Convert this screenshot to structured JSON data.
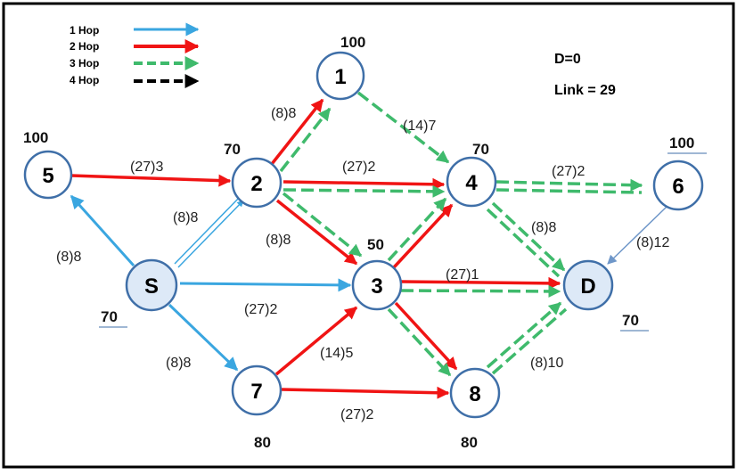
{
  "legend": [
    {
      "label": "1 Hop",
      "style": "hop1"
    },
    {
      "label": "2 Hop",
      "style": "hop2"
    },
    {
      "label": "3 Hop",
      "style": "hop3"
    },
    {
      "label": "4 Hop",
      "style": "hop4"
    }
  ],
  "info": {
    "d": "D=0",
    "link": "Link = 29"
  },
  "colors": {
    "hop1": "#3aa6e0",
    "hop1_thin": "#6f97c9",
    "hop2": "#f01414",
    "hop3": "#3fba6c",
    "hop4": "#000000",
    "node_fill": "#dde9f7",
    "node_stroke": "#3f6fa8",
    "underline": "#3f6fa8"
  },
  "nodes": [
    {
      "id": "S",
      "label": "S",
      "capacity": "70",
      "shaded": true
    },
    {
      "id": "1",
      "label": "1",
      "capacity": "100",
      "shaded": false
    },
    {
      "id": "2",
      "label": "2",
      "capacity": "70",
      "shaded": false
    },
    {
      "id": "3",
      "label": "3",
      "capacity": "50",
      "shaded": false
    },
    {
      "id": "4",
      "label": "4",
      "capacity": "70",
      "shaded": false
    },
    {
      "id": "5",
      "label": "5",
      "capacity": "100",
      "shaded": false
    },
    {
      "id": "6",
      "label": "6",
      "capacity": "100",
      "shaded": false
    },
    {
      "id": "7",
      "label": "7",
      "capacity": "80",
      "shaded": false
    },
    {
      "id": "8",
      "label": "8",
      "capacity": "80",
      "shaded": false
    },
    {
      "id": "D",
      "label": "D",
      "capacity": "70",
      "shaded": true
    }
  ],
  "edges": [
    {
      "from": "S",
      "to": "5",
      "label": "(8)8",
      "style": "hop1"
    },
    {
      "from": "S",
      "to": "2",
      "label": "(8)8",
      "style": "hop1"
    },
    {
      "from": "S",
      "to": "3",
      "label": "(27)2",
      "style": "hop1"
    },
    {
      "from": "S",
      "to": "7",
      "label": "(8)8",
      "style": "hop1"
    },
    {
      "from": "5",
      "to": "2",
      "label": "(27)3",
      "style": "hop2"
    },
    {
      "from": "2",
      "to": "1",
      "label": "(8)8",
      "style": "hop2"
    },
    {
      "from": "2",
      "to": "4",
      "label": "(27)2",
      "style": "hop2"
    },
    {
      "from": "2",
      "to": "3",
      "label": "(8)8",
      "style": "hop2"
    },
    {
      "from": "7",
      "to": "3",
      "label": "(14)5",
      "style": "hop2"
    },
    {
      "from": "7",
      "to": "8",
      "label": "(27)2",
      "style": "hop2"
    },
    {
      "from": "3",
      "to": "4",
      "label": "",
      "style": "hop2"
    },
    {
      "from": "3",
      "to": "D",
      "label": "(27)1",
      "style": "hop2"
    },
    {
      "from": "3",
      "to": "8",
      "label": "",
      "style": "hop2"
    },
    {
      "from": "1",
      "to": "4",
      "label": "(14)7",
      "style": "hop3"
    },
    {
      "from": "4",
      "to": "6",
      "label": "(27)2",
      "style": "hop3"
    },
    {
      "from": "4",
      "to": "D",
      "label": "(8)8",
      "style": "hop3"
    },
    {
      "from": "8",
      "to": "D",
      "label": "(8)10",
      "style": "hop3"
    },
    {
      "from": "6",
      "to": "D",
      "label": "(8)12",
      "style": "hop1thin"
    }
  ]
}
